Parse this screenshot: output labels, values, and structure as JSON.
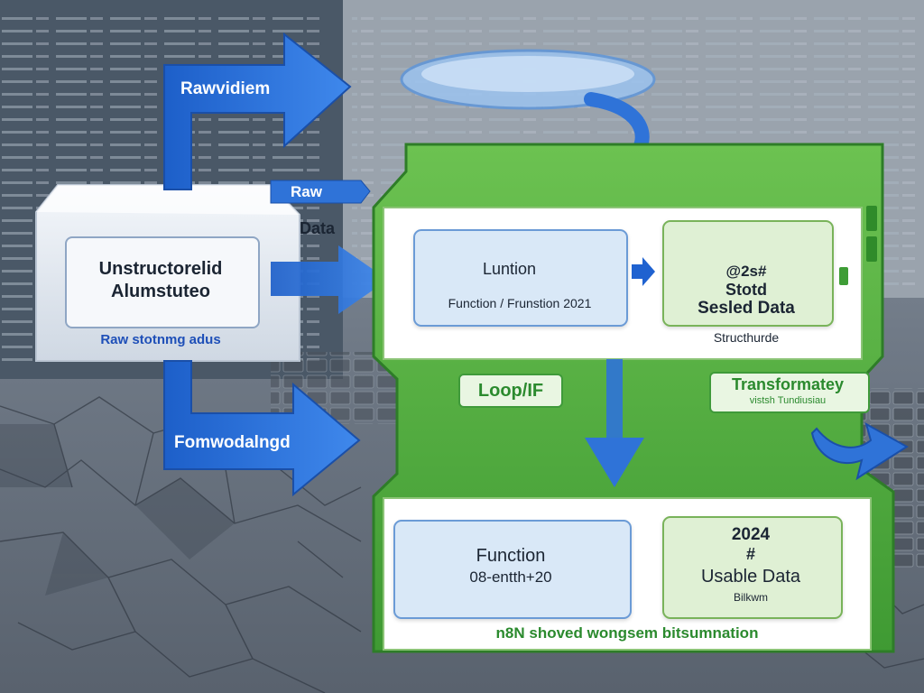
{
  "left_panel": {
    "card_title_line1": "Unstructorelid",
    "card_title_line2": "Alumstuteo",
    "caption": "Raw stotnmg adus"
  },
  "arrows": {
    "top_label": "Rawvidiem",
    "raw_tag_line1": "Raw",
    "raw_tag_line2": "Data",
    "bottom_label": "Fomwodalngd"
  },
  "workflow": {
    "function_card_top": {
      "title": "Luntion",
      "subtitle": "Function / Frunstion 2021"
    },
    "structured_card": {
      "line1": "@2s#",
      "line2": "Stotd",
      "line3": "Sesled Data",
      "caption": "Structhurde"
    },
    "loop_badge": "Loop/IF",
    "transform_badge": {
      "title": "Transformatey",
      "subtitle": "vistsh Tundiusiau"
    },
    "function_card_bottom": {
      "title": "Function",
      "subtitle": "08-entth+20"
    },
    "usable_card": {
      "line1": "2024",
      "line2": "#",
      "line3": "Usable Data",
      "caption": "Bilkwm"
    },
    "footer": "n8N shoved wongsem bitsumnation"
  },
  "colors": {
    "arrow_blue": "#2f73d8",
    "node_green": "#58b043",
    "card_blue": "#d9e8f7",
    "card_green": "#dff0d4",
    "label_blue": "#1e4fb8",
    "label_green": "#2b8a2e"
  }
}
